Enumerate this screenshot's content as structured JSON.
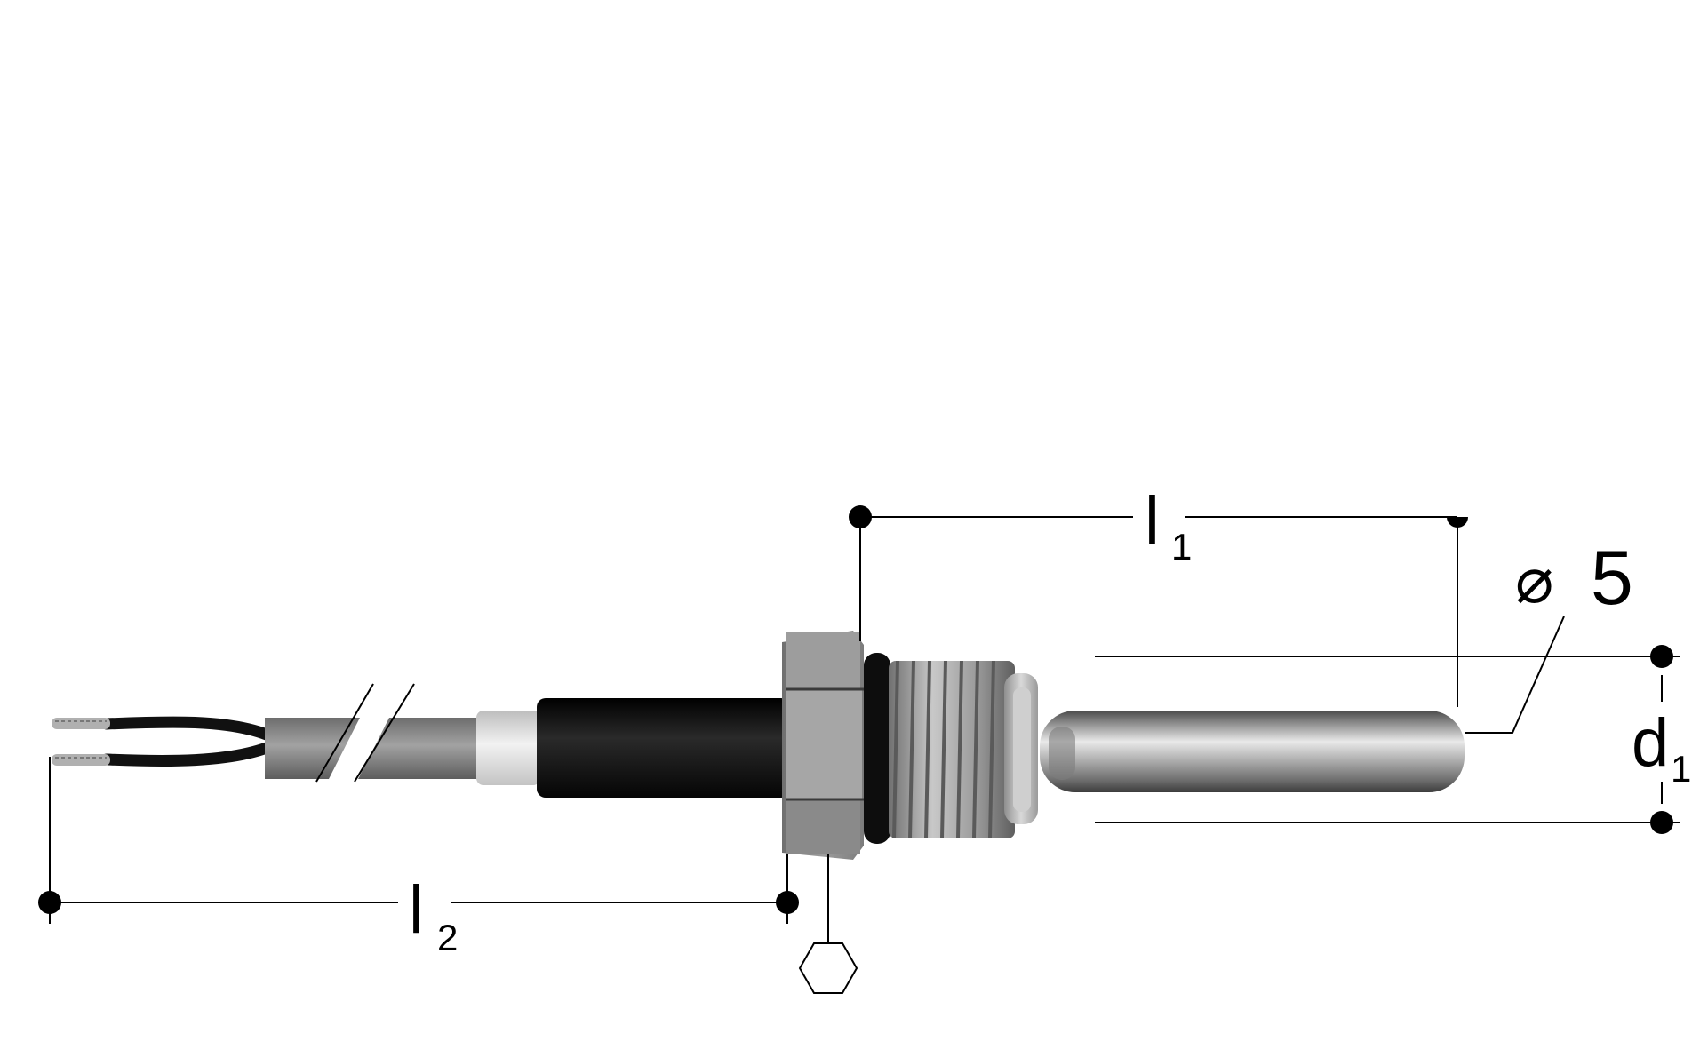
{
  "dimensions": {
    "l1": {
      "letter": "l",
      "subscript": "1"
    },
    "l2": {
      "letter": "l",
      "subscript": "2"
    },
    "d1": {
      "letter": "d",
      "subscript": "1"
    },
    "diameter": {
      "symbol": "⌀",
      "value": "5"
    }
  },
  "colors": {
    "background": "#ffffff",
    "line": "#000000",
    "metal_light": "#e4e4e4",
    "metal_mid": "#a9a9a9",
    "metal_dark": "#5a5a5a",
    "cable_grey": "#8c8c8c",
    "sleeve_white": "#e2e2e2",
    "insulation_black": "#141414",
    "wire_tip": "#b0b0b0"
  },
  "icons": {
    "wrench_size": "hexagon-icon"
  }
}
